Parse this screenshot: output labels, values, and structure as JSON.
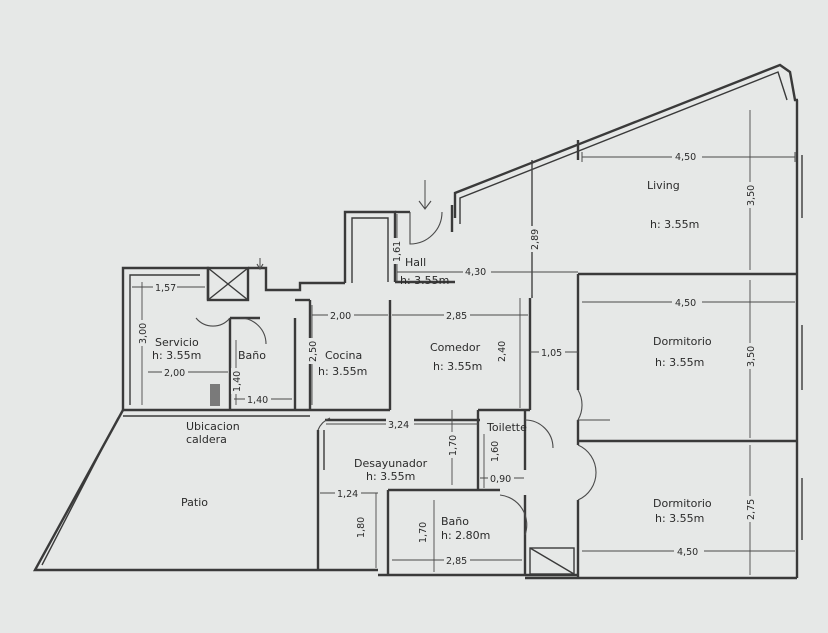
{
  "rooms": {
    "hall": {
      "name": "Hall",
      "height": "h: 3.55m"
    },
    "living": {
      "name": "Living",
      "height": "h: 3.55m"
    },
    "servicio": {
      "name": "Servicio",
      "height": "h: 3.55m"
    },
    "bano_servicio": {
      "name": "Baño"
    },
    "cocina": {
      "name": "Cocina",
      "height": "h: 3.55m"
    },
    "comedor": {
      "name": "Comedor",
      "height": "h: 3.55m"
    },
    "dormitorio1": {
      "name": "Dormitorio",
      "height": "h: 3.55m"
    },
    "dormitorio2": {
      "name": "Dormitorio",
      "height": "h: 3.55m"
    },
    "toilette": {
      "name": "Toilette"
    },
    "desayunador": {
      "name": "Desayunador",
      "height": "h: 3.55m"
    },
    "bano": {
      "name": "Baño",
      "height": "h: 2.80m"
    },
    "patio": {
      "name": "Patio"
    },
    "caldera": {
      "line1": "Ubicacion",
      "line2": "caldera"
    }
  },
  "dimensions": {
    "living_width": "4,50",
    "living_depth": "3,50",
    "hall_depth": "2,89",
    "hall_door": "1,61",
    "hall_width": "4,30",
    "servicio_width": "1,57",
    "servicio_depth": "3,00",
    "servicio_inner": "2,00",
    "bano_serv_depth": "1,40",
    "bano_serv_width": "1,40",
    "cocina_width": "2,00",
    "cocina_depth": "2,50",
    "comedor_width": "2,85",
    "comedor_depth": "2,40",
    "passage": "1,05",
    "dorm1_width": "4,50",
    "dorm1_depth": "3,50",
    "desayunador_width": "3,24",
    "desayunador_depth": "1,70",
    "toilette_depth": "1,60",
    "toilette_width": "0,90",
    "dorm2_width": "4,50",
    "dorm2_depth": "2,75",
    "desayunador_sub": "1,24",
    "bano_depth_left": "1,80",
    "bano_depth": "1,70",
    "bano_width": "2,85"
  }
}
